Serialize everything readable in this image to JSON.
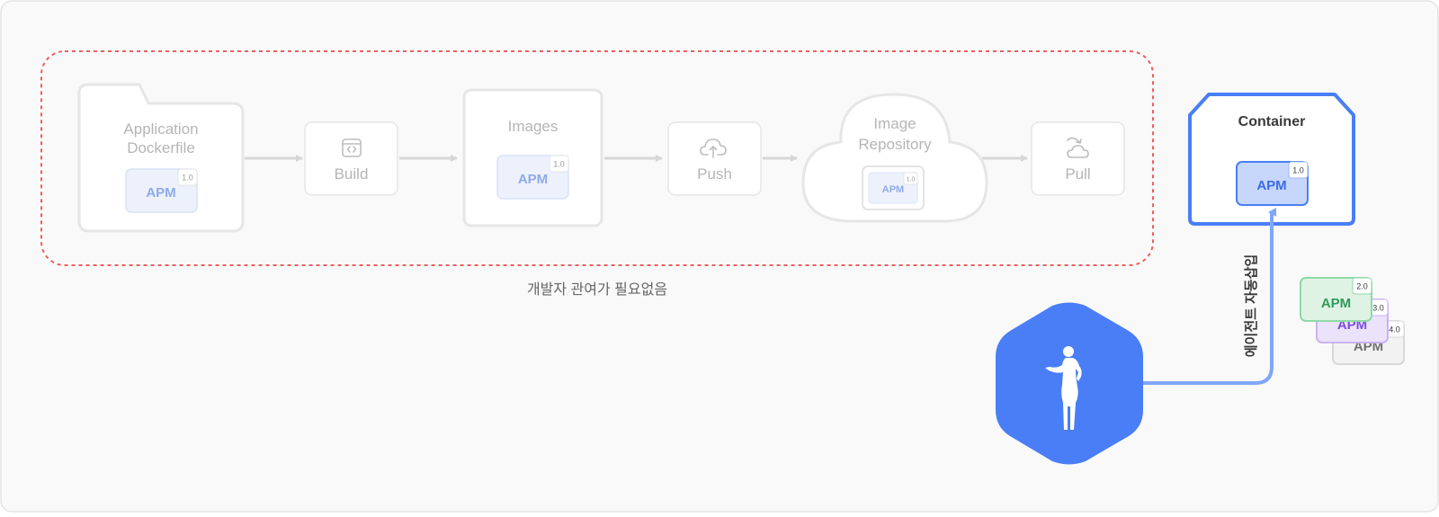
{
  "pipeline": {
    "dockerfile": {
      "line1": "Application",
      "line2": "Dockerfile",
      "apm": "APM",
      "version": "1.0"
    },
    "build": {
      "label": "Build",
      "icon": "code-window-icon"
    },
    "images": {
      "label": "Images",
      "apm": "APM",
      "version": "1.0"
    },
    "push": {
      "label": "Push",
      "icon": "cloud-upload-icon"
    },
    "repository": {
      "line1": "Image",
      "line2": "Repository",
      "apm": "APM",
      "version": "1.0"
    },
    "pull": {
      "label": "Pull",
      "icon": "cloud-download-icon"
    },
    "caption": "개발자 관여가 필요없음"
  },
  "container": {
    "title": "Container",
    "apm": "APM",
    "version": "1.0"
  },
  "agent": {
    "label": "에이전트 자동삽입",
    "icon": "person-silhouette-icon"
  },
  "versions": [
    {
      "label": "APM",
      "version": "2.0",
      "color": "#2e9a58"
    },
    {
      "label": "APM",
      "version": "3.0",
      "color": "#7c4ddb"
    },
    {
      "label": "APM",
      "version": "4.0",
      "color": "#707070"
    }
  ],
  "colors": {
    "accent": "#4a7ef6",
    "dashed_border": "#ee5e5e",
    "muted": "#b5b5b5"
  }
}
